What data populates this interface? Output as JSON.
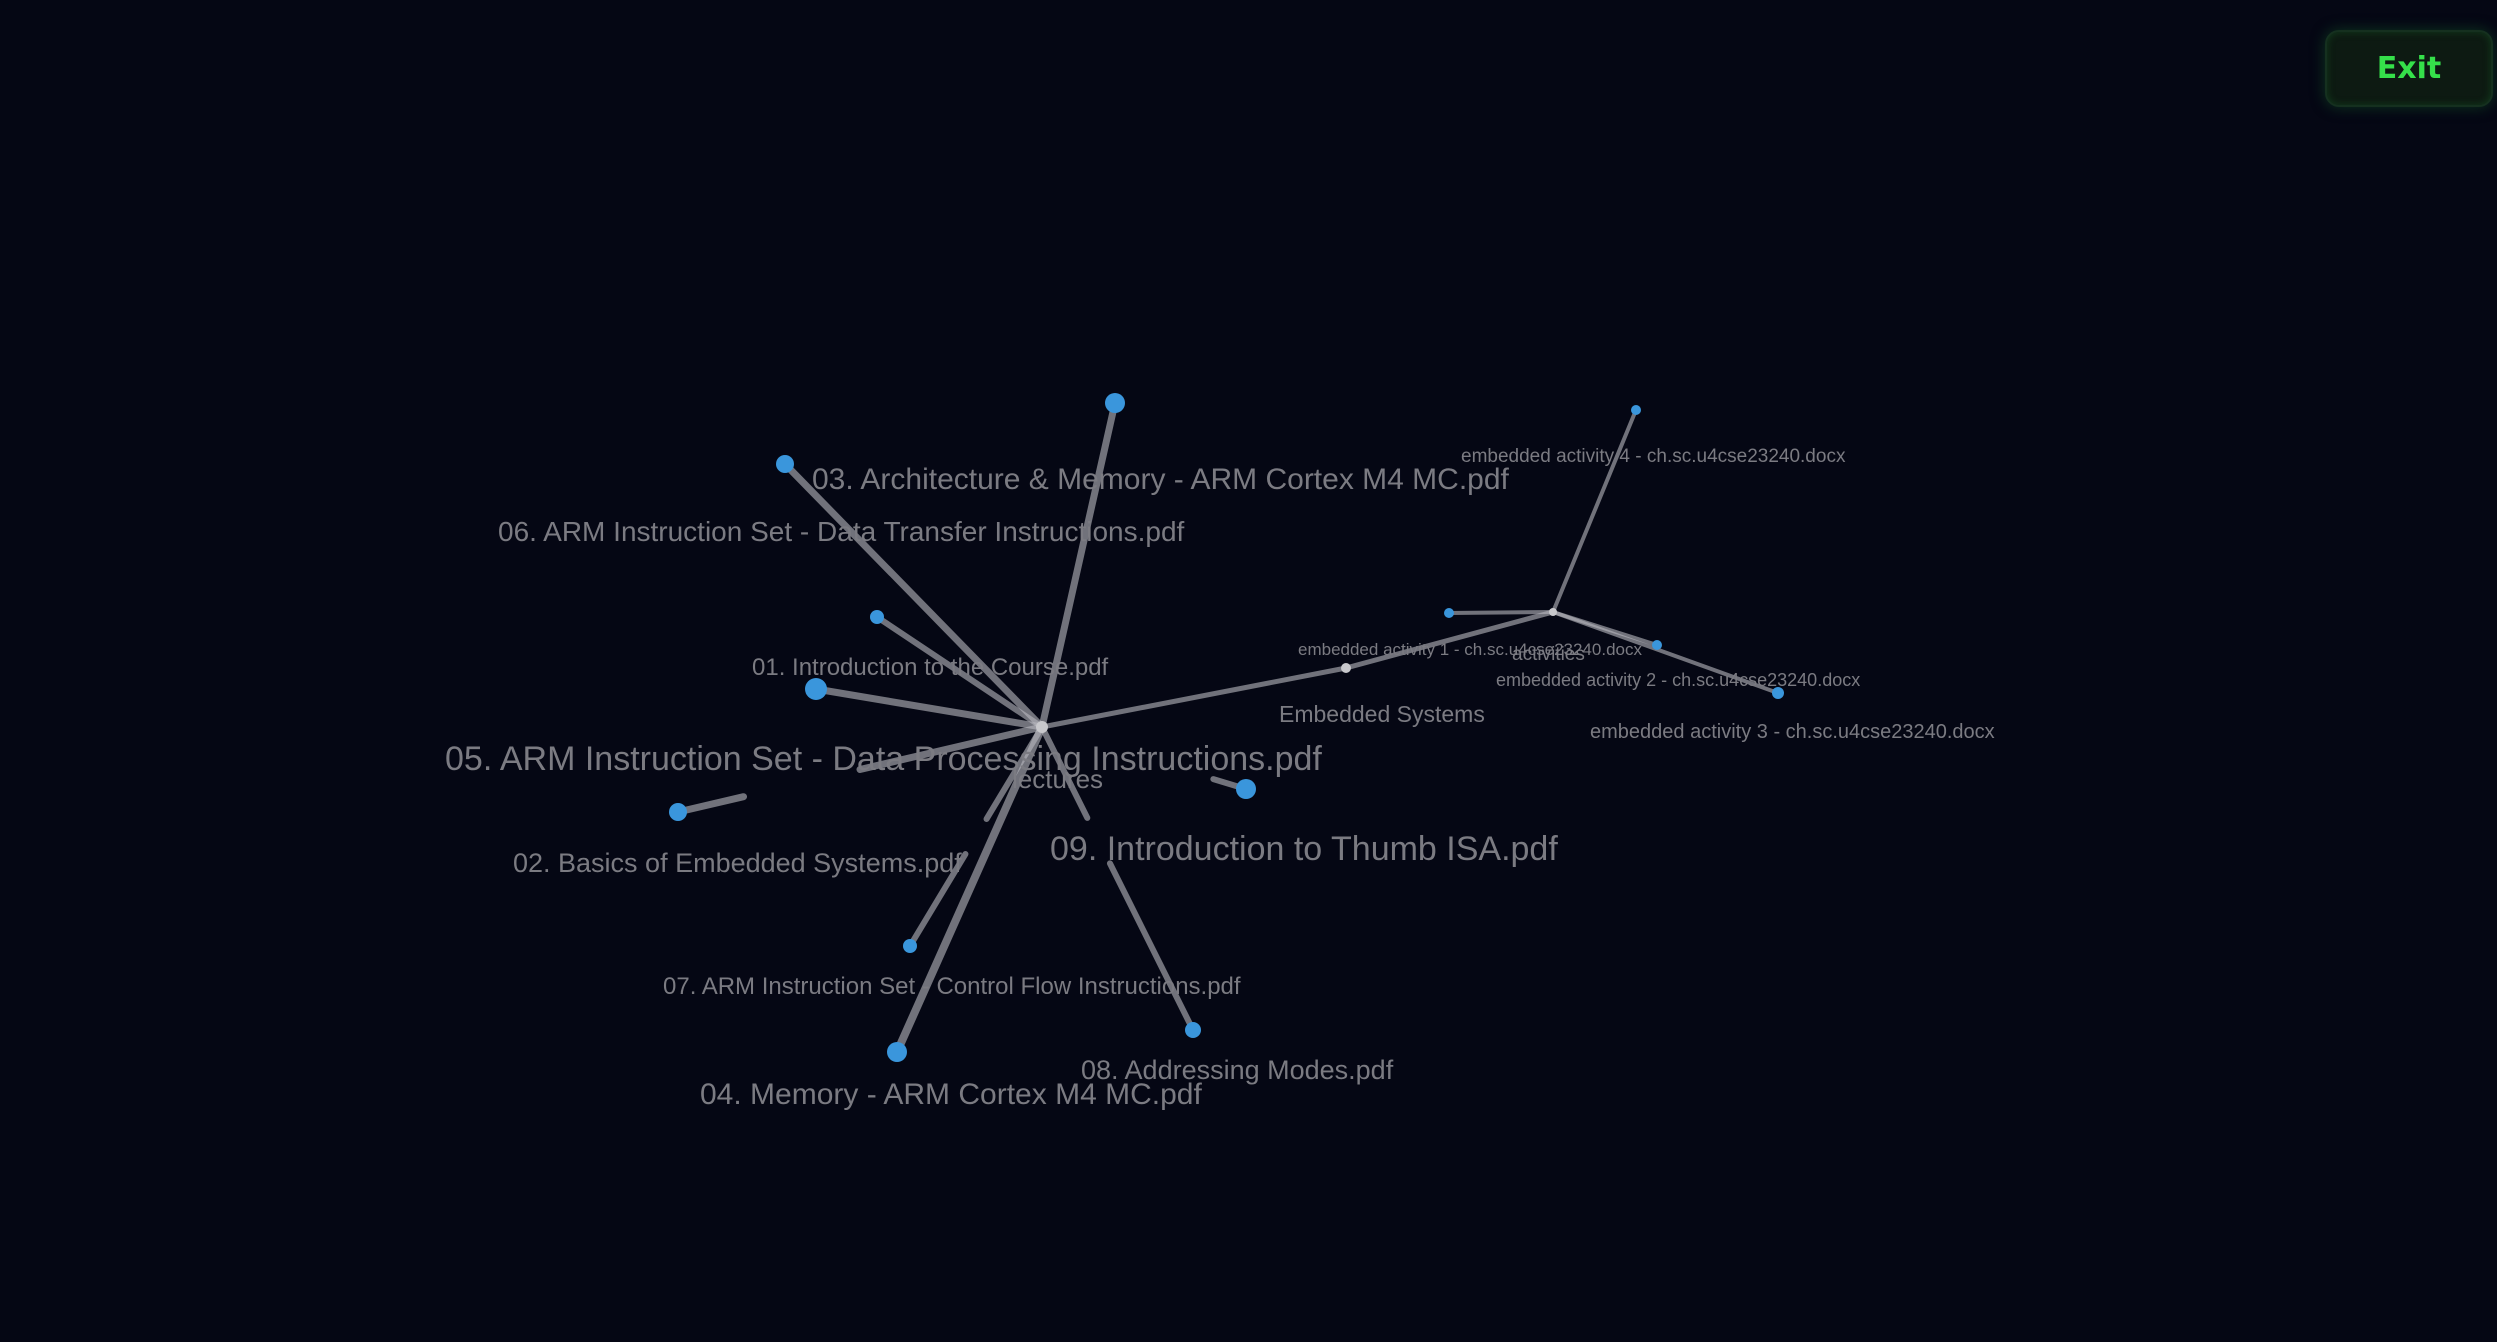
{
  "exit_button": {
    "label": "Exit"
  },
  "colors": {
    "background": "#050714",
    "file_node": "#3a96dc",
    "hub_node": "#c8c8cc",
    "edge": "#b9b9c0",
    "label": "#7b7b82",
    "exit_text": "#35e04a"
  },
  "graph": {
    "hubs": [
      {
        "id": "lectures",
        "label": "lectures"
      },
      {
        "id": "embedded",
        "label": "Embedded Systems"
      },
      {
        "id": "activities",
        "label": "activities"
      }
    ],
    "files": [
      {
        "id": "f01",
        "label": "01. Introduction to the Course.pdf",
        "parent": "lectures"
      },
      {
        "id": "f02",
        "label": "02. Basics of Embedded Systems.pdf",
        "parent": "lectures"
      },
      {
        "id": "f03",
        "label": "03. Architecture & Memory - ARM Cortex M4 MC.pdf",
        "parent": "lectures"
      },
      {
        "id": "f04",
        "label": "04. Memory - ARM Cortex M4 MC.pdf",
        "parent": "lectures"
      },
      {
        "id": "f05",
        "label": "05. ARM Instruction Set - Data Processing Instructions.pdf",
        "parent": "lectures"
      },
      {
        "id": "f06",
        "label": "06. ARM Instruction Set - Data Transfer Instructions.pdf",
        "parent": "lectures"
      },
      {
        "id": "f07",
        "label": "07. ARM Instruction Set - Control Flow Instructions.pdf",
        "parent": "lectures"
      },
      {
        "id": "f08",
        "label": "08. Addressing Modes.pdf",
        "parent": "lectures"
      },
      {
        "id": "f09",
        "label": "09. Introduction to Thumb ISA.pdf",
        "parent": "lectures"
      },
      {
        "id": "a1",
        "label": "embedded activity 1 - ch.sc.u4cse23240.docx",
        "parent": "activities"
      },
      {
        "id": "a2",
        "label": "embedded activity 2 - ch.sc.u4cse23240.docx",
        "parent": "activities"
      },
      {
        "id": "a3",
        "label": "embedded activity 3 - ch.sc.u4cse23240.docx",
        "parent": "activities"
      },
      {
        "id": "a4",
        "label": "embedded activity 4 - ch.sc.u4cse23240.docx",
        "parent": "activities"
      }
    ]
  }
}
